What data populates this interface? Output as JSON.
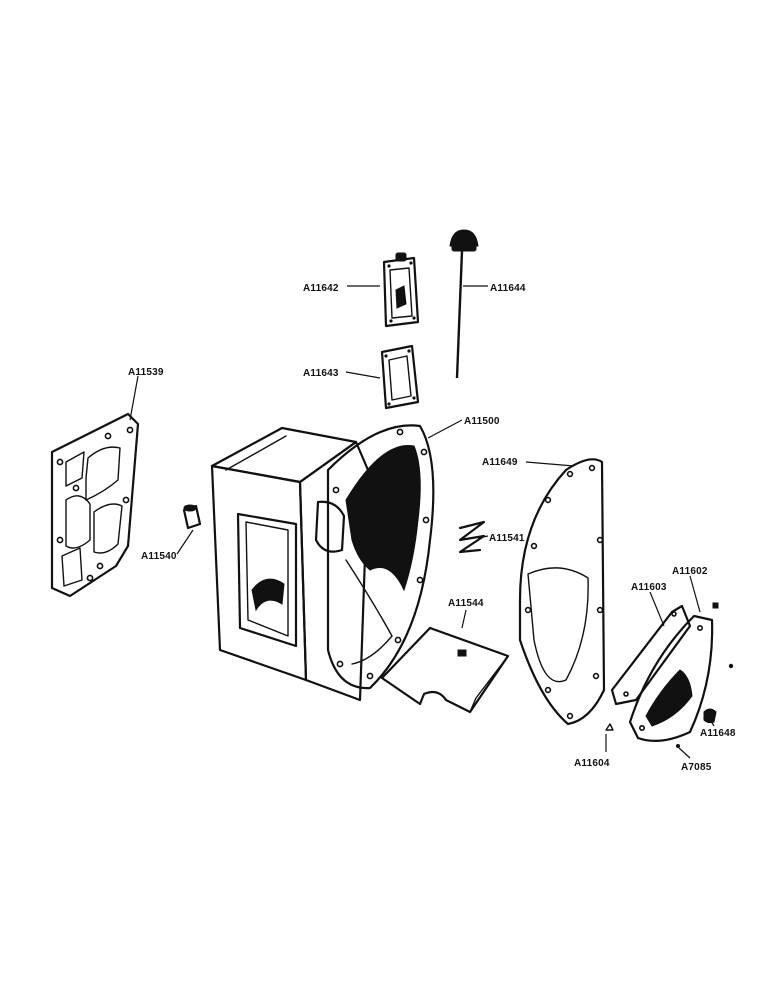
{
  "parts": [
    {
      "id": "a11642",
      "label": "A11642"
    },
    {
      "id": "a11644",
      "label": "A11644"
    },
    {
      "id": "a11643",
      "label": "A11643"
    },
    {
      "id": "a11539",
      "label": "A11539"
    },
    {
      "id": "a11500",
      "label": "A11500"
    },
    {
      "id": "a11649",
      "label": "A11649"
    },
    {
      "id": "a11540",
      "label": "A11540"
    },
    {
      "id": "a11541",
      "label": "A11541"
    },
    {
      "id": "a11603",
      "label": "A11603"
    },
    {
      "id": "a11602",
      "label": "A11602"
    },
    {
      "id": "a11544",
      "label": "A11544"
    },
    {
      "id": "a11648",
      "label": "A11648"
    },
    {
      "id": "a11604",
      "label": "A11604"
    },
    {
      "id": "a7085",
      "label": "A7085"
    }
  ]
}
